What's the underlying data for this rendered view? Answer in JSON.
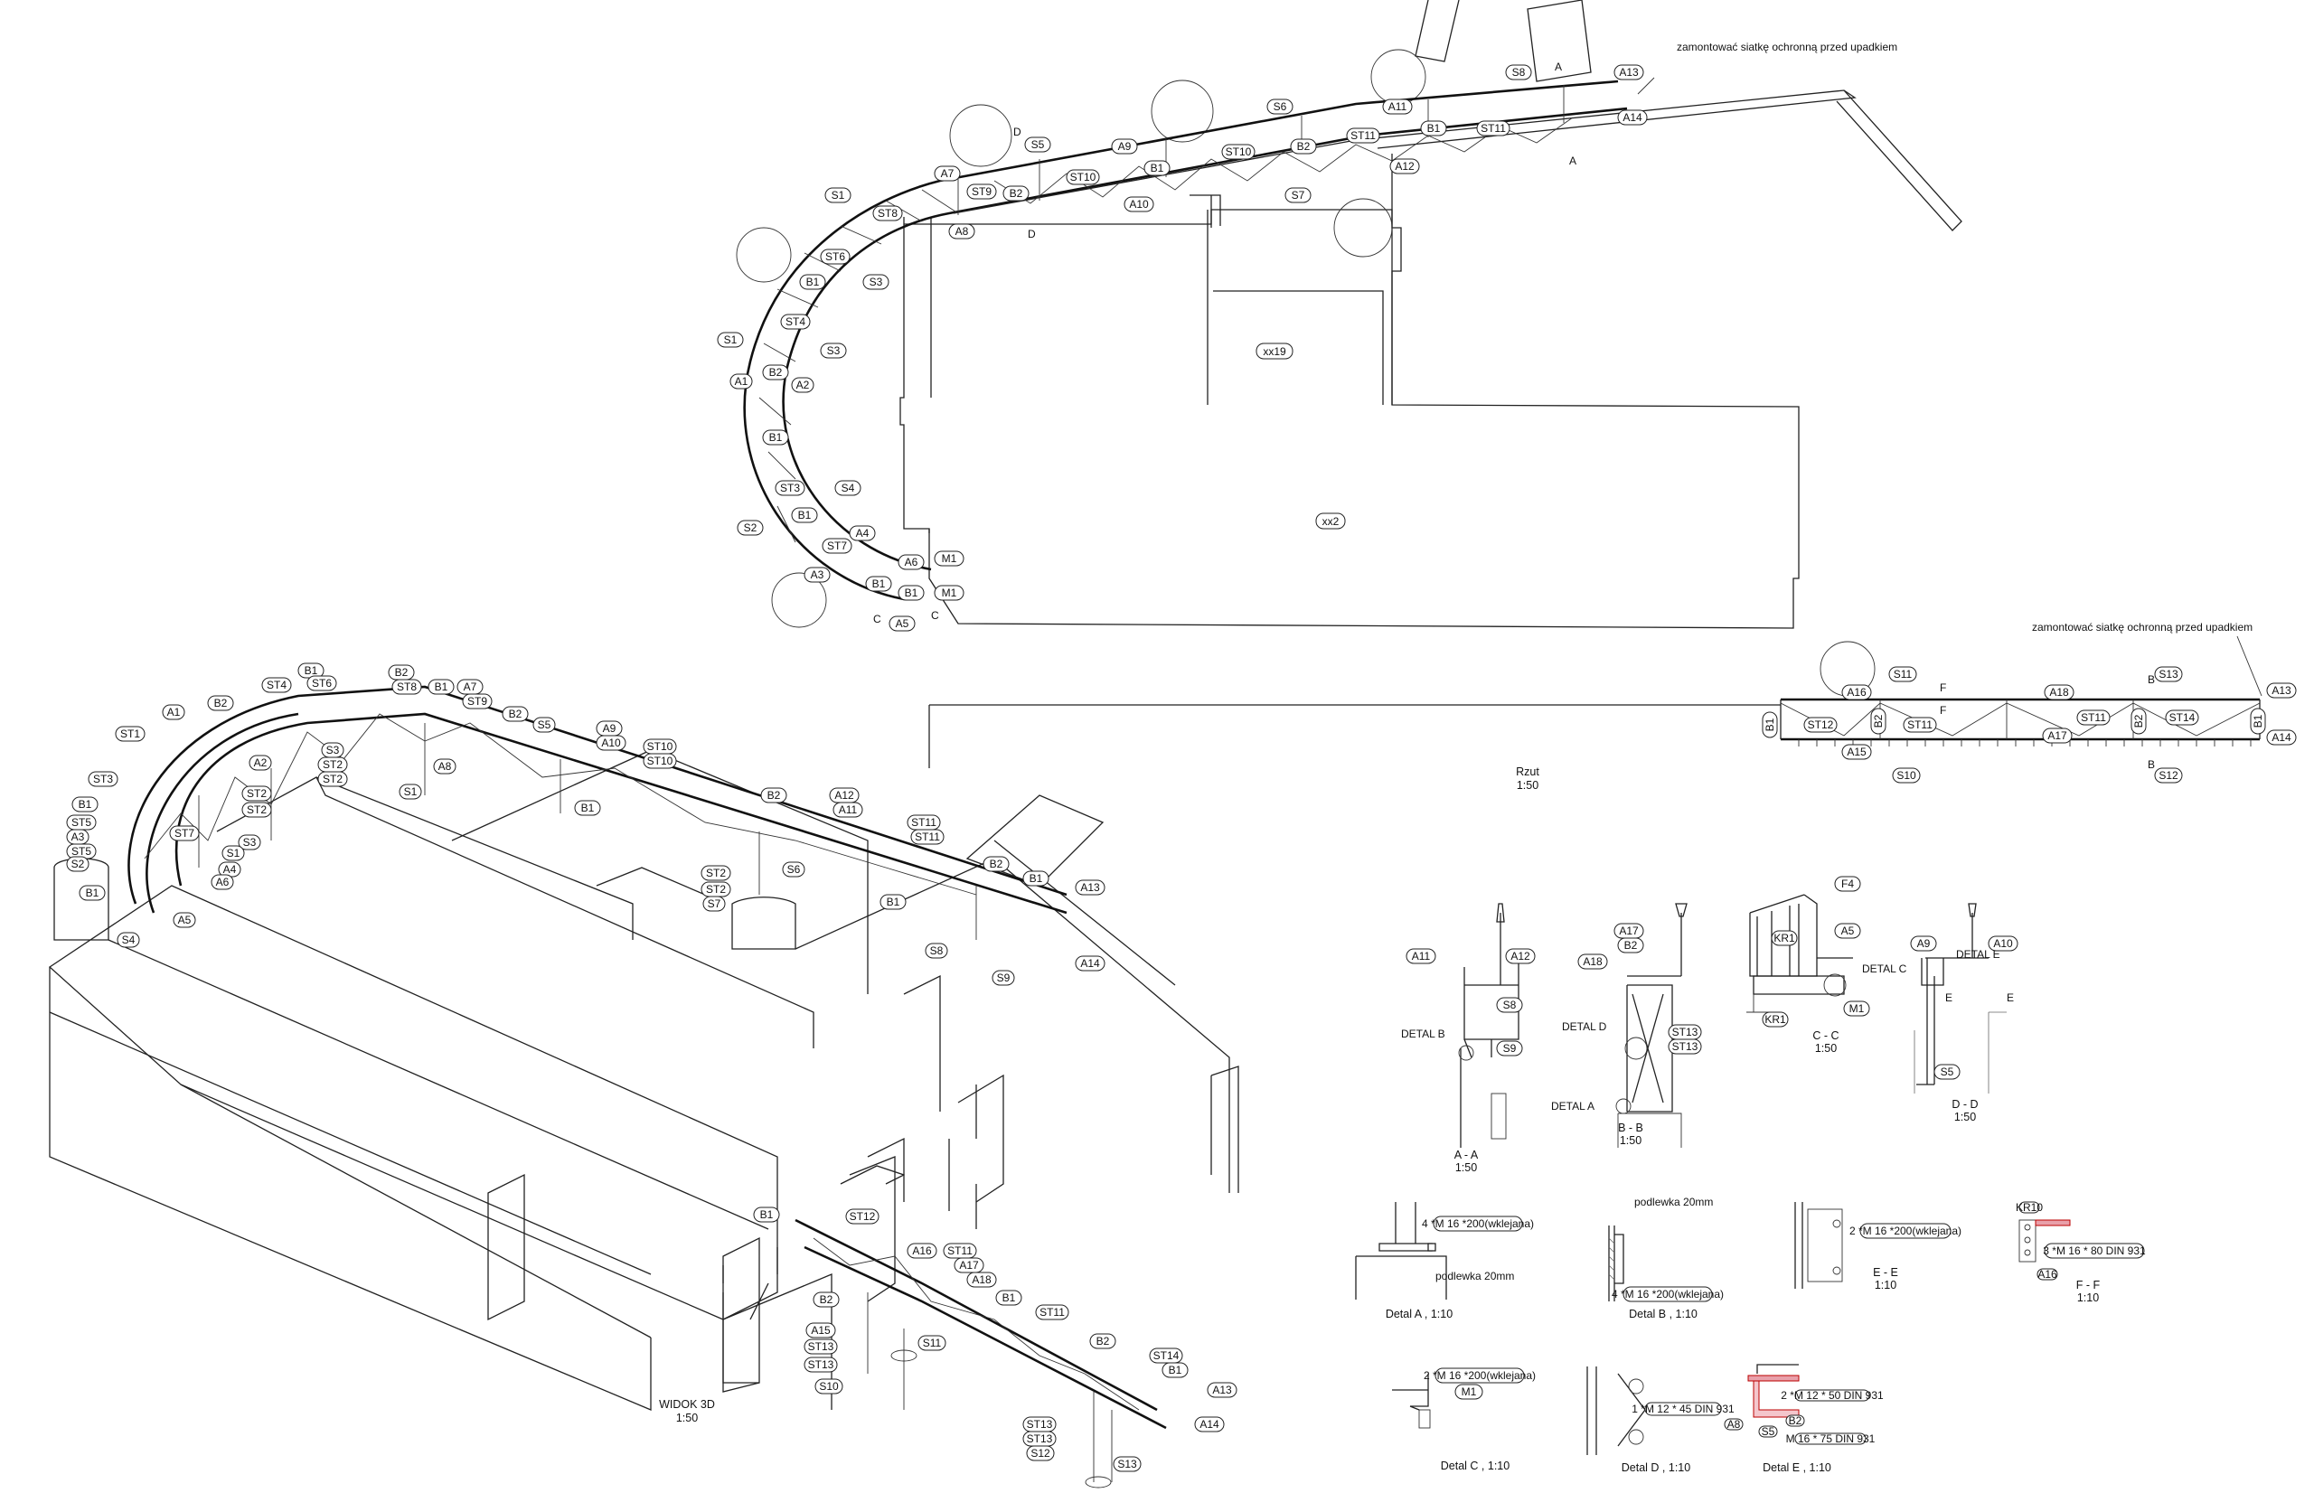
{
  "notes": {
    "safety_net_top": "zamontować siatkę ochronną przed upadkiem",
    "safety_net_right": "zamontować siatkę ochronną przed upadkiem",
    "underlay": "podlewka 20mm",
    "underlay_b": "podlewka 20mm"
  },
  "rooms": {
    "xx19": "xx19",
    "xx2": "xx2"
  },
  "views": {
    "plan": {
      "title": "Rzut",
      "scale": "1:50"
    },
    "view3d": {
      "title": "WIDOK 3D",
      "scale": "1:50"
    },
    "aa": {
      "title": "A - A",
      "scale": "1:50"
    },
    "bb": {
      "title": "B - B",
      "scale": "1:50"
    },
    "cc": {
      "title": "C - C",
      "scale": "1:50"
    },
    "dd": {
      "title": "D - D",
      "scale": "1:50"
    },
    "ee": {
      "title": "E - E",
      "scale": "1:10"
    },
    "ff": {
      "title": "F - F",
      "scale": "1:10"
    }
  },
  "details": {
    "a": {
      "title": "Detal A , 1:10",
      "bolt": "4 *M 16 *200(wklejana)"
    },
    "b": {
      "title": "Detal B , 1:10",
      "bolt": "4 *M 16 *200(wklejana)"
    },
    "c": {
      "title": "Detal C , 1:10",
      "bolt": "2 *M 16 *200(wklejana)"
    },
    "d": {
      "title": "Detal D , 1:10",
      "bolt": "1 *M 12 * 45 DIN 931"
    },
    "e": {
      "title": "Detal E , 1:10",
      "bolt1": "2 *M 12 * 50 DIN 931",
      "bolt2": "M 16 * 75 DIN 931"
    },
    "ee_bolt": "2 *M 16 *200(wklejana)",
    "ff_bolt": "3 *M 16 * 80 DIN 931"
  },
  "section_callouts": {
    "detal_b": "DETAL B",
    "detal_d": "DETAL D",
    "detal_a": "DETAL A",
    "detal_c": "DETAL C",
    "detal_e": "DETAL E"
  },
  "section_marks": {
    "a": "A",
    "b": "B",
    "c": "C",
    "d": "D",
    "e": "E",
    "f": "F"
  },
  "tags": {
    "a1": "A1",
    "a2": "A2",
    "a3": "A3",
    "a4": "A4",
    "a5": "A5",
    "a6": "A6",
    "a7": "A7",
    "a8": "A8",
    "a9": "A9",
    "a10": "A10",
    "a11": "A11",
    "a12": "A12",
    "a13": "A13",
    "a14": "A14",
    "a15": "A15",
    "a16": "A16",
    "a17": "A17",
    "a18": "A18",
    "b1": "B1",
    "b2": "B2",
    "s1": "S1",
    "s2": "S2",
    "s3": "S3",
    "s4": "S4",
    "s5": "S5",
    "s6": "S6",
    "s7": "S7",
    "s8": "S8",
    "s9": "S9",
    "s10": "S10",
    "s11": "S11",
    "s12": "S12",
    "s13": "S13",
    "st1": "ST1",
    "st2": "ST2",
    "st3": "ST3",
    "st4": "ST4",
    "st5": "ST5",
    "st6": "ST6",
    "st7": "ST7",
    "st8": "ST8",
    "st9": "ST9",
    "st10": "ST10",
    "st11": "ST11",
    "st12": "ST12",
    "st13": "ST13",
    "st14": "ST14",
    "m1": "M1",
    "kr1": "KR1",
    "f4": "F4",
    "kr10": "KR10",
    "a16s": "A16",
    "a8s": "A8"
  }
}
